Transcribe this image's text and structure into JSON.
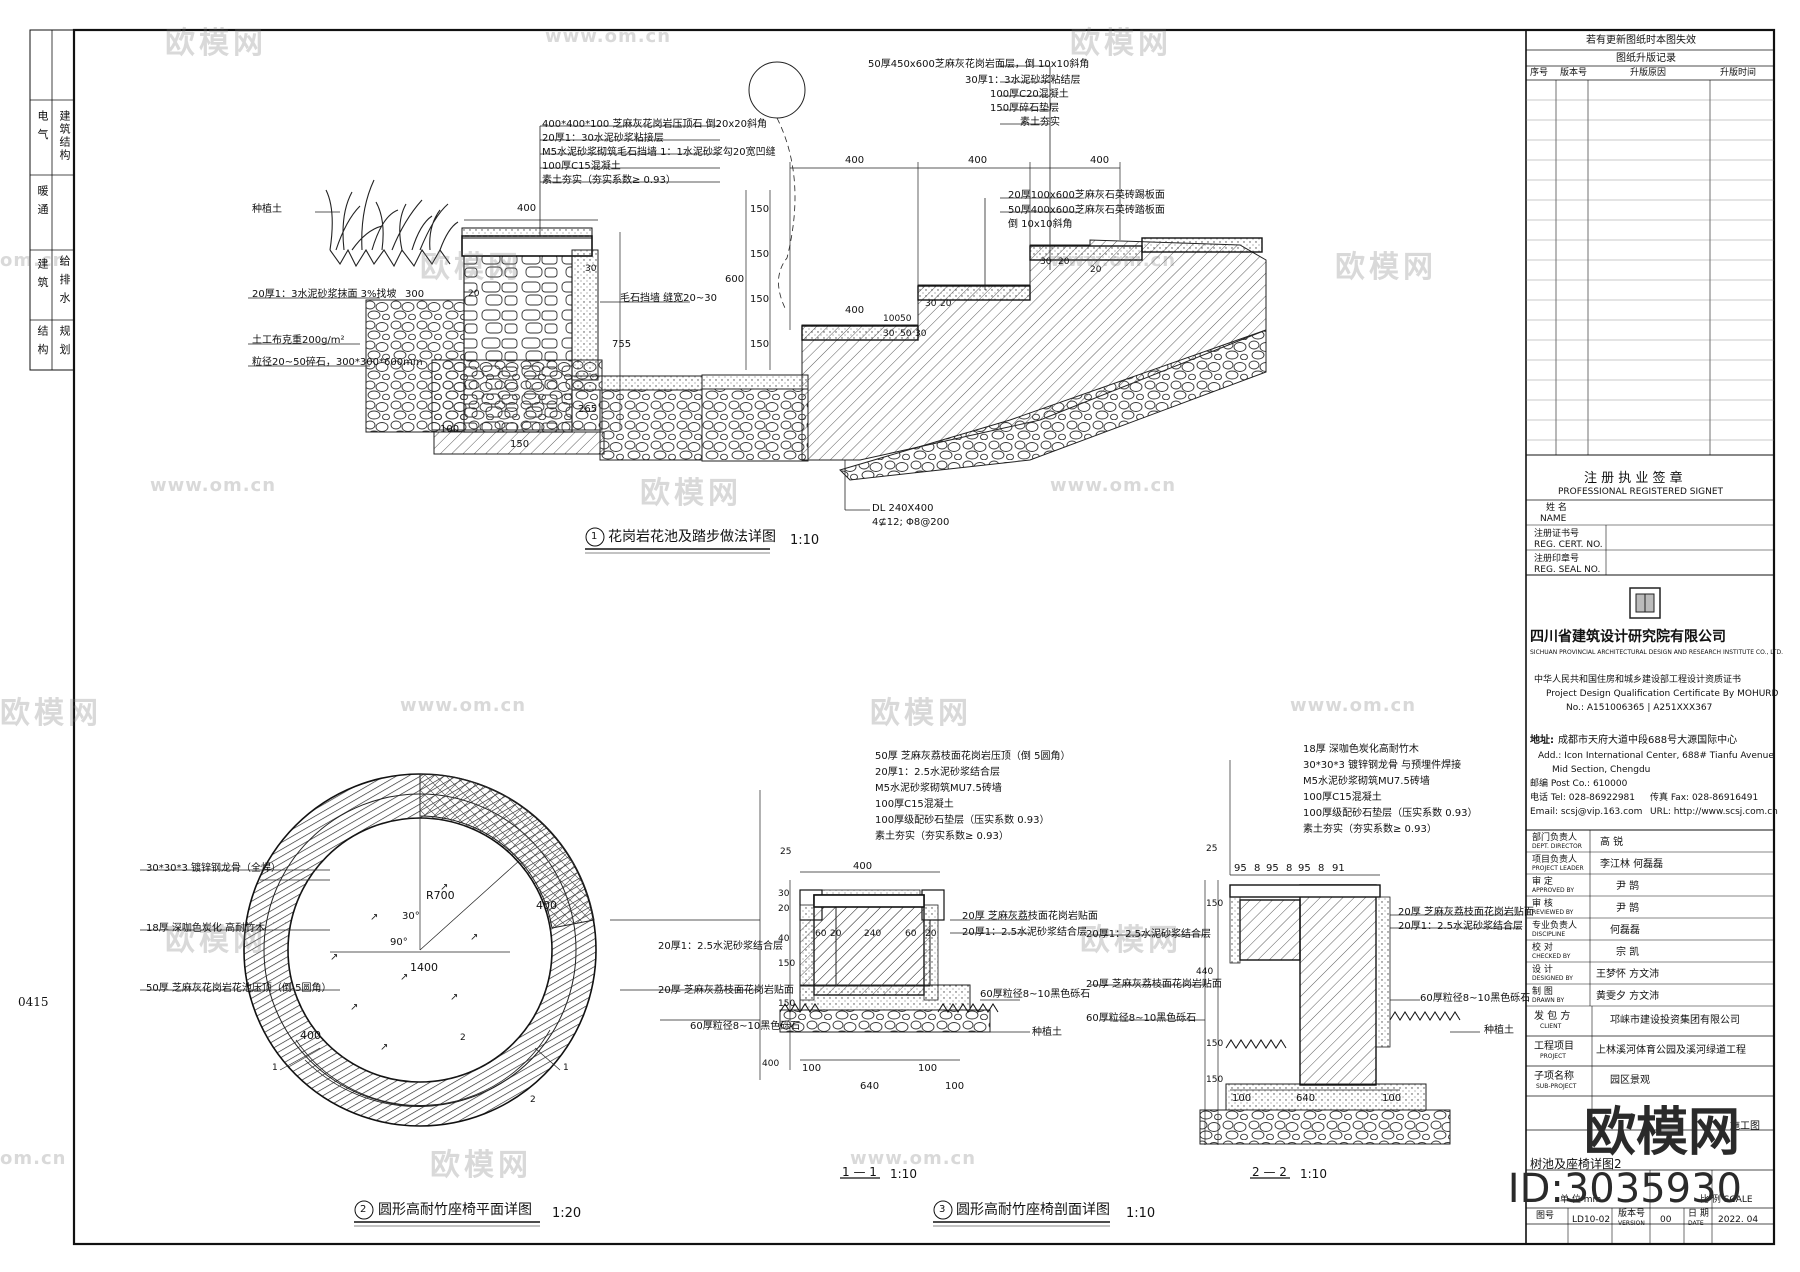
{
  "sheet": {
    "side_number": "0415",
    "left_strip": [
      "电 气",
      "建筑结构",
      "暖 通",
      "给 排 水",
      "建 筑",
      "结 构",
      "规 划"
    ]
  },
  "watermarks": {
    "brand": "欧模网",
    "url": "www.om.cn",
    "url_short": "om.cn",
    "big_brand": "欧模网",
    "big_id": "ID:3035930"
  },
  "details": {
    "d1": {
      "title": "花岗岩花池及踏步做法详图",
      "number": "1",
      "scale": "1:10",
      "labels_left": [
        "400*400*100 芝麻灰花岗岩压顶石  倒20x20斜角",
        "20厚1：30水泥砂浆粘接层",
        "M5水泥砂浆砌筑毛石挡墙  1：1水泥砂浆勾20宽凹缝",
        "100厚C15混凝土",
        "素土夯实（夯实系数≥ 0.93）"
      ],
      "labels_right_top": [
        "50厚450x600芝麻灰花岗岩面层，倒 10x10斜角",
        "30厚1：3水泥砂浆粘结层",
        "100厚C20混凝土",
        "150厚碎石垫层",
        "素土夯实"
      ],
      "labels_right_mid": [
        "20厚100x600芝麻灰石英砖踢板面",
        "50厚400x600芝麻灰石英砖踏板面",
        "倒 10x10斜角"
      ],
      "misc": {
        "plant_soil": "种植土",
        "mortar": "20厚1：3水泥砂浆抹面  3%找坡",
        "geotextile": "土工布克重200g/m²",
        "gravel": "粒径20~50碎石，300*300*600mm",
        "stone": "毛石挡墙  缝宽20~30",
        "rebar": "DL 240X400",
        "rebar2": "4⊈12; Φ8@200"
      },
      "dims": [
        "400",
        "300",
        "20",
        "30",
        "100",
        "150",
        "755",
        "265",
        "400",
        "400",
        "400",
        "150",
        "150",
        "150",
        "150",
        "600",
        "30",
        "20",
        "30",
        "20",
        "400",
        "100",
        "50",
        "30",
        "50",
        "30",
        "20"
      ]
    },
    "d2": {
      "title": "圆形高耐竹座椅平面详图",
      "number": "2",
      "scale": "1:20",
      "labels": [
        "30*30*3  镀锌钢龙骨（全焊）",
        "18厚  深咖色炭化 高耐竹木",
        "50厚  芝麻灰花岗岩花池压顶（倒 5圆角）"
      ],
      "dims": [
        "R700",
        "1400",
        "400",
        "400",
        "30°",
        "90°"
      ],
      "section_marks": [
        "1",
        "1",
        "2",
        "2"
      ]
    },
    "d3": {
      "title": "圆形高耐竹座椅剖面详图",
      "number": "3",
      "scale": "1:10",
      "section_a": {
        "label": "1 — 1",
        "scale": "1:10",
        "layers": [
          "50厚  芝麻灰荔枝面花岗岩压顶（倒 5圆角）",
          "20厚1：2.5水泥砂浆结合层",
          "M5水泥砂浆砌筑MU7.5砖墙",
          "100厚C15混凝土",
          "100厚级配砂石垫层（压实系数 0.93）",
          "素土夯实（夯实系数≥ 0.93）"
        ],
        "side_labels": [
          "20厚  芝麻灰荔枝面花岗岩贴面",
          "20厚1：2.5水泥砂浆结合层",
          "20厚1：2.5水泥砂浆结合层",
          "20厚  芝麻灰荔枝面花岗岩贴面",
          "60厚粒径8~10黑色砾石",
          "60厚粒径8~10黑色砾石",
          "种植土"
        ],
        "dims": [
          "400",
          "30",
          "20",
          "40",
          "60",
          "240",
          "20",
          "60",
          "20",
          "100",
          "150",
          "150",
          "400",
          "100",
          "640",
          "100",
          "25"
        ]
      },
      "section_b": {
        "label": "2 — 2",
        "scale": "1:10",
        "layers": [
          "18厚  深咖色炭化高耐竹木",
          "30*30*3  镀锌钢龙骨  与预埋件焊接",
          "M5水泥砂浆砌筑MU7.5砖墙",
          "100厚C15混凝土",
          "100厚级配砂石垫层（压实系数 0.93）",
          "素土夯实（夯实系数≥ 0.93）"
        ],
        "side_labels": [
          "20厚1：2.5水泥砂浆结合层",
          "20厚  芝麻灰荔枝面花岗岩贴面",
          "20厚1：2.5水泥砂浆结合层",
          "20厚  芝麻灰荔枝面花岗岩贴面",
          "60厚粒径8~10黑色砾石",
          "60厚粒径8~10黑色砾石",
          "种植土"
        ],
        "dims": [
          "95",
          "8",
          "95",
          "8",
          "95",
          "8",
          "91",
          "25",
          "150",
          "150",
          "150",
          "440",
          "100",
          "640",
          "100"
        ]
      }
    }
  },
  "title_block": {
    "void_note": "若有更新图纸时本图失效",
    "revision_title": "图纸升版记录",
    "revision_headers": [
      "序号",
      "版本号",
      "升版原因",
      "升版时间"
    ],
    "signet_title": "注 册 执 业 签 章",
    "signet_en": "PROFESSIONAL REGISTERED SIGNET",
    "signet_rows": [
      {
        "cn": "姓    名",
        "en": "NAME"
      },
      {
        "cn": "注册证书号",
        "en": "REG. CERT. NO."
      },
      {
        "cn": "注册印章号",
        "en": "REG. SEAL NO."
      }
    ],
    "company_cn": "四川省建筑设计研究院有限公司",
    "company_en": "SICHUAN PROVINCIAL ARCHITECTURAL DESIGN AND RESEARCH INSTITUTE CO., LTD.",
    "cert_cn": "中华人民共和国住房和城乡建设部工程设计资质证书",
    "cert_en": "Project Design Qualification Certificate By MOHURD",
    "cert_no": "No.: A151006365 | A251XXX367",
    "addr_label": "地址:",
    "addr_cn": "成都市天府大道中段688号大源国际中心",
    "addr_en1": "Add.: Icon International Center, 688# Tianfu Avenue",
    "addr_en2": "Mid Section, Chengdu",
    "post": "邮编 Post Co.: 610000",
    "tel": "电话 Tel: 028-86922981",
    "fax": "传真 Fax: 028-86916491",
    "email": "Email: scsj@vip.163.com",
    "url": "URL: http://www.scsj.com.cn",
    "personnel": [
      {
        "role_cn": "部门负责人",
        "role_en": "DEPT. DIRECTOR",
        "name": "高 锐"
      },
      {
        "role_cn": "项目负责人",
        "role_en": "PROJECT LEADER",
        "name": "李江林  何磊磊"
      },
      {
        "role_cn": "审    定",
        "role_en": "APPROVED BY",
        "name": "尹 鹄"
      },
      {
        "role_cn": "审    核",
        "role_en": "REVIEWED BY",
        "name": "尹 鹄"
      },
      {
        "role_cn": "专业负责人",
        "role_en": "DISCIPLINE",
        "name": "何磊磊"
      },
      {
        "role_cn": "校    对",
        "role_en": "CHECKED BY",
        "name": "宗 凯"
      },
      {
        "role_cn": "设    计",
        "role_en": "DESIGNED BY",
        "name": "王梦怀  方文沛"
      },
      {
        "role_cn": "制    图",
        "role_en": "DRAWN BY",
        "name": "黄雯夕  方文沛"
      }
    ],
    "client_label": "发 包 方",
    "client_en": "CLIENT",
    "client": "邛崃市建设投资集团有限公司",
    "project_label": "工程项目",
    "project_en": "PROJECT",
    "project": "上林溪河体育公园及溪河绿道工程",
    "sub_label": "子项名称",
    "sub_en": "SUB-PROJECT",
    "sub": "园区景观",
    "stage": "施工图",
    "drawing_name": "树池及座椅详图2",
    "scale_label": "比 例 SCALE",
    "unit_label": "单 位 mm",
    "drawing_no_label": "图号",
    "drawing_no": "LD10-02",
    "version_label": "版本号",
    "version_en": "VERSION",
    "version": "00",
    "date_label": "日 期",
    "date_en": "DATE",
    "date": "2022. 04"
  }
}
